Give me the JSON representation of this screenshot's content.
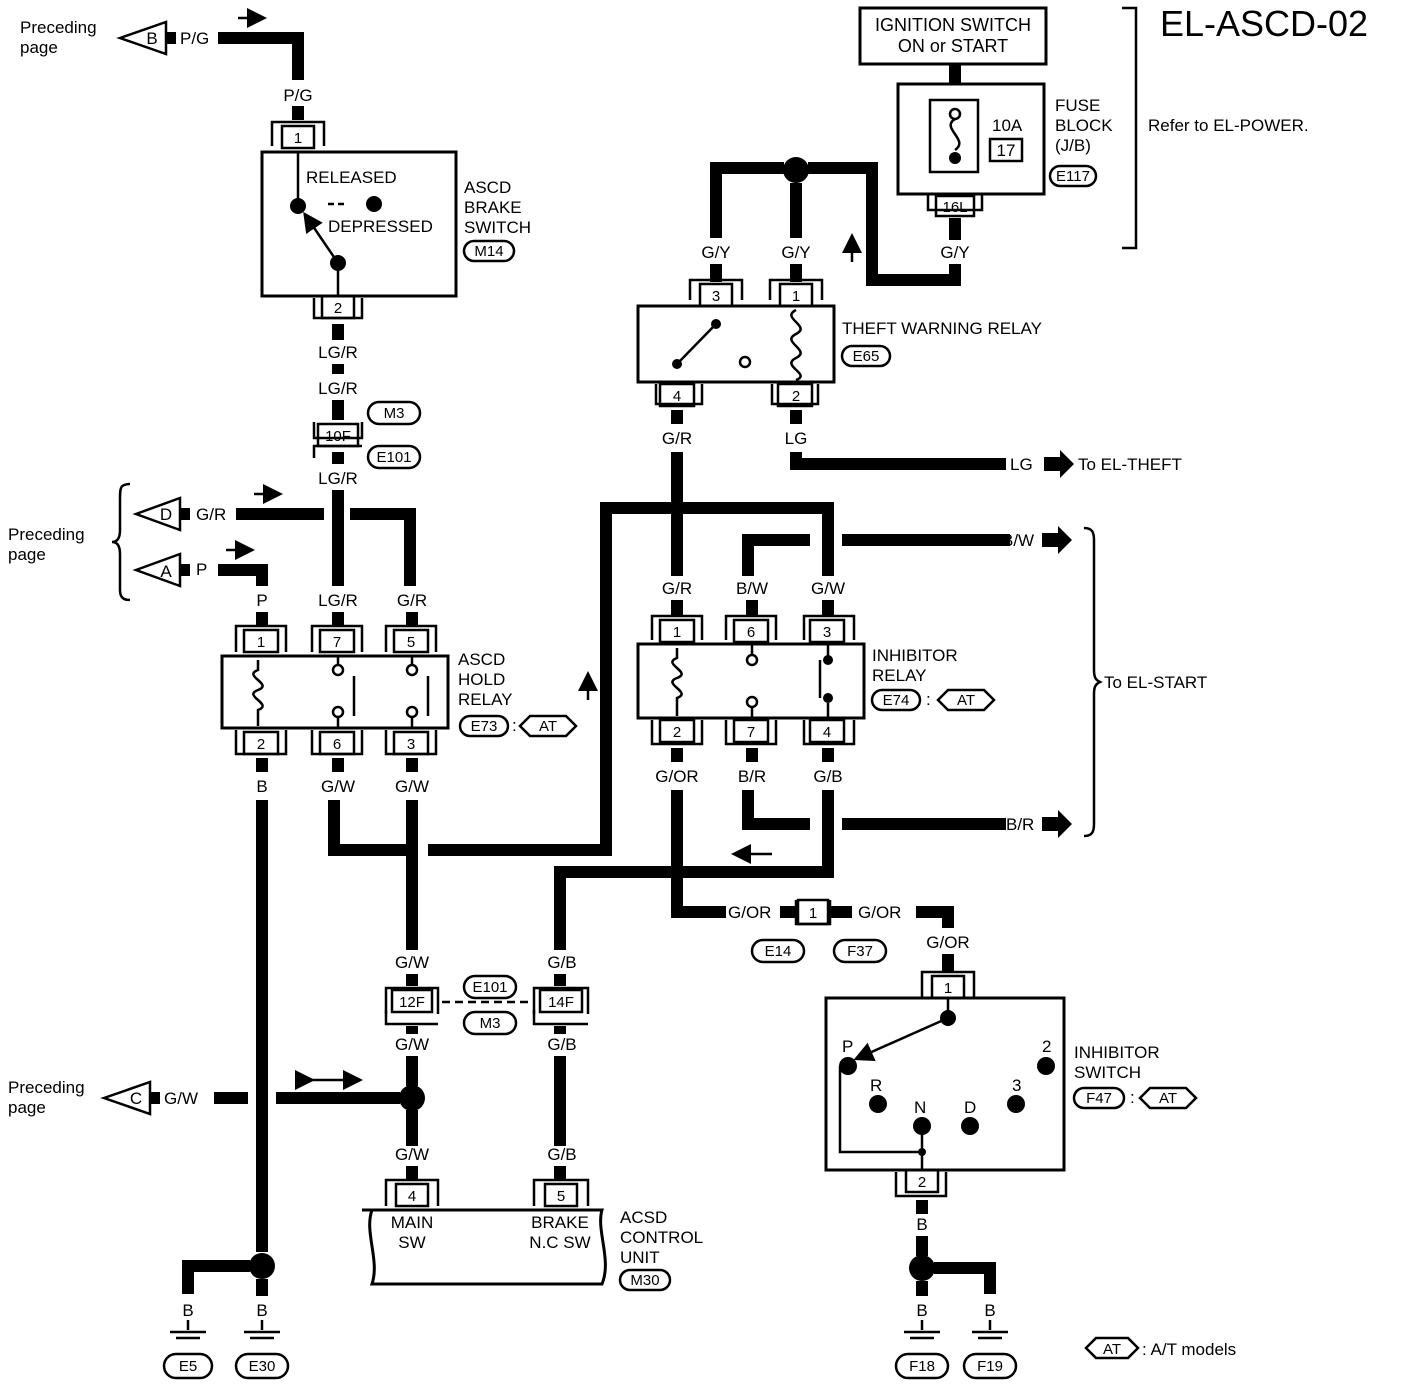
{
  "page": {
    "title": "EL-ASCD-02",
    "refer_note": "Refer to EL-POWER.",
    "legend_symbol": "AT",
    "legend_text": ": A/T models"
  },
  "power": {
    "ignition_line1": "IGNITION SWITCH",
    "ignition_line2": "ON or START",
    "fuse_amp": "10A",
    "fuse_num": "17",
    "fuse_label1": "FUSE",
    "fuse_label2": "BLOCK",
    "fuse_label3": "(J/B)",
    "fuse_conn": "E117",
    "fuse_pin": "16L"
  },
  "offpage": {
    "preceding": [
      "Preceding",
      "page"
    ],
    "B": "B",
    "D": "D",
    "A": "A",
    "C": "C"
  },
  "components": {
    "brake_switch": {
      "name": [
        "ASCD",
        "BRAKE",
        "SWITCH"
      ],
      "conn": "M14",
      "released": "RELEASED",
      "depressed": "DEPRESSED"
    },
    "hold_relay": {
      "name": [
        "ASCD",
        "HOLD",
        "RELAY"
      ],
      "conn": "E73"
    },
    "theft_relay": {
      "name": "THEFT WARNING RELAY",
      "conn": "E65"
    },
    "inhibitor_relay": {
      "name": [
        "INHIBITOR",
        "RELAY"
      ],
      "conn": "E74"
    },
    "inhibitor_switch": {
      "name": [
        "INHIBITOR",
        "SWITCH"
      ],
      "conn": "F47",
      "positions": [
        "P",
        "R",
        "N",
        "D",
        "3",
        "2"
      ]
    },
    "control_unit": {
      "name": [
        "ACSD",
        "CONTROL",
        "UNIT"
      ],
      "conn": "M30",
      "pin4_label": [
        "MAIN",
        "SW"
      ],
      "pin5_label": [
        "BRAKE",
        "N.C SW"
      ]
    }
  },
  "connectors": {
    "M3": "M3",
    "E101": "E101",
    "E14": "E14",
    "F37": "F37",
    "j10F": "10F",
    "j12F": "12F",
    "j14F": "14F",
    "j1": "1"
  },
  "wires": {
    "PG": "P/G",
    "LGR": "LG/R",
    "GR": "G/R",
    "P": "P",
    "B": "B",
    "GW": "G/W",
    "GY": "G/Y",
    "LG": "LG",
    "BW": "B/W",
    "GOR": "G/OR",
    "BR": "B/R",
    "GB": "G/B"
  },
  "pins": {
    "p1": "1",
    "p2": "2",
    "p3": "3",
    "p4": "4",
    "p5": "5",
    "p6": "6",
    "p7": "7"
  },
  "destinations": {
    "el_theft": "To EL-THEFT",
    "el_start": "To EL-START"
  },
  "grounds": {
    "E5": "E5",
    "E30": "E30",
    "F18": "F18",
    "F19": "F19"
  }
}
